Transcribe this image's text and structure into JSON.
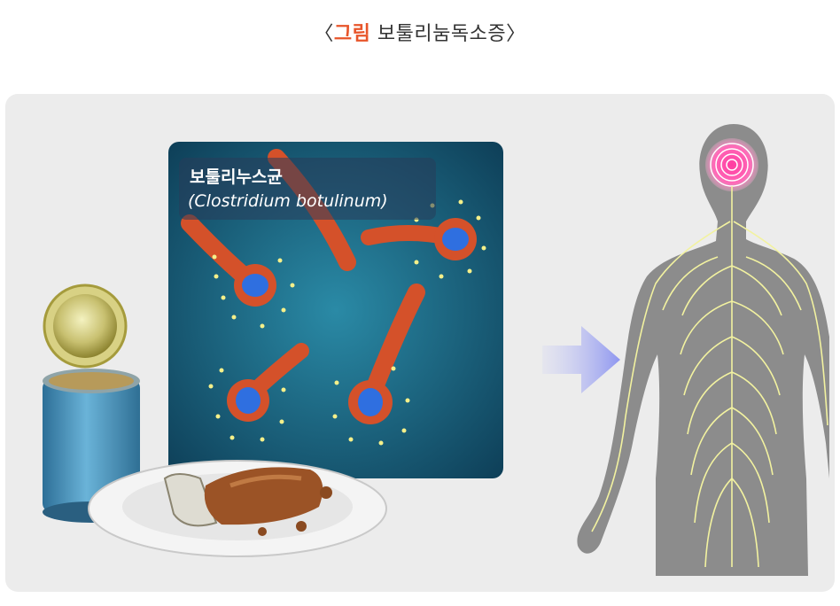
{
  "caption": {
    "open_bracket": "〈",
    "prefix": "그림",
    "title": "보툴리눔독소증",
    "close_bracket": "〉",
    "accent_color": "#e8552a"
  },
  "micrograph": {
    "label_korean": "보툴리누스균",
    "label_latin": "(Clostridium  botulinum)"
  },
  "colors": {
    "panel_bg": "#ececec",
    "bacteria": "#d4512a",
    "spore": "#2f6fe0",
    "arrow": "#8e96f0",
    "body": "#8c8c8c",
    "nerves": "#f2f2a0",
    "brain_glow": "#ff3aa0"
  },
  "icons": [
    "food-can-icon",
    "plate-food-icon",
    "arrow-right-icon",
    "human-nervous-system-icon"
  ]
}
